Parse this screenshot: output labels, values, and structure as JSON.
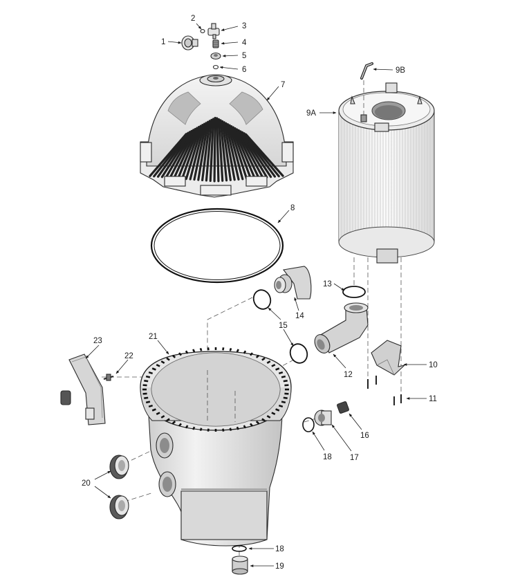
{
  "labels": {
    "l1": "1",
    "l2": "2",
    "l3": "3",
    "l4": "4",
    "l5": "5",
    "l6": "6",
    "l7": "7",
    "l8": "8",
    "l9a": "9A",
    "l9b": "9B",
    "l10": "10",
    "l11": "11",
    "l12": "12",
    "l13": "13",
    "l14": "14",
    "l15": "15",
    "l16": "16",
    "l17": "17",
    "l18a": "18",
    "l18b": "18",
    "l19": "19",
    "l20": "20",
    "l21": "21",
    "l22": "22",
    "l23": "23"
  }
}
